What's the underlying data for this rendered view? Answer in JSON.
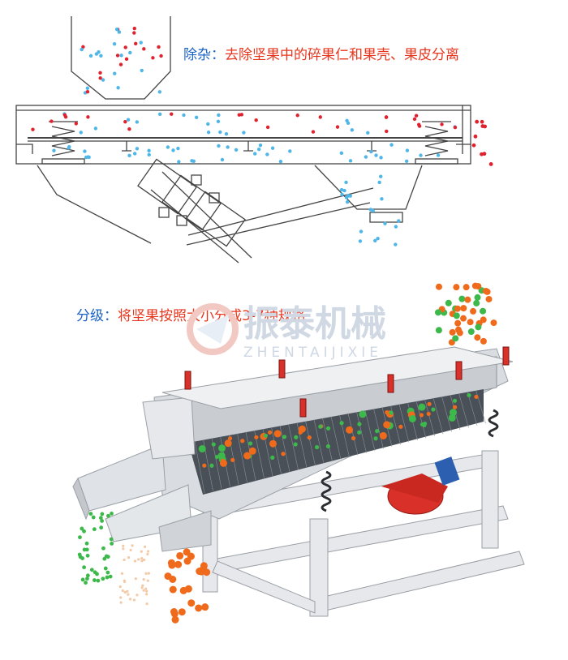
{
  "captions": {
    "impurity_removal": {
      "label": "除杂",
      "colon": "：",
      "text": "去除坚果中的碎果仁和果壳、果皮分离"
    },
    "grading": {
      "label": "分级",
      "colon": "：",
      "text": "将坚果按照大小分成3-7种规格"
    }
  },
  "watermark": {
    "cn": "振泰机械",
    "en": "ZHENTAIJIXIE"
  },
  "colors": {
    "label_blue": "#1b63c5",
    "text_red": "#e8361e",
    "particle_red": "#e0212e",
    "particle_blue": "#4fb6e8",
    "particle_orange": "#f06a1c",
    "particle_green": "#3db84a",
    "motor_red": "#d9302a",
    "machine_gray": "#d3d6da"
  }
}
